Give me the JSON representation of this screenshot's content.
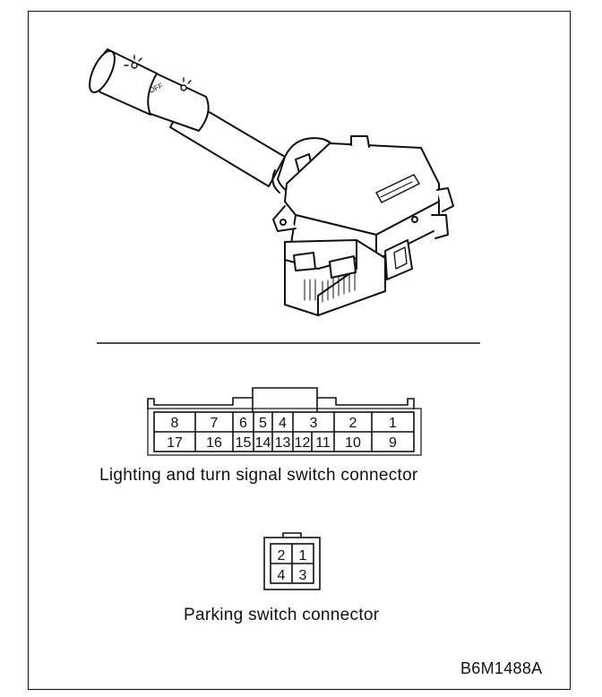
{
  "main_connector": {
    "caption": "Lighting and turn signal switch connector",
    "top_row": [
      "8",
      "7",
      "6",
      "5",
      "4",
      "3",
      "2",
      "1"
    ],
    "bottom_row": [
      "17",
      "16",
      "15",
      "14",
      "13",
      "12",
      "11",
      "10",
      "9"
    ]
  },
  "parking_connector": {
    "caption": "Parking switch connector",
    "top_row": [
      "2",
      "1"
    ],
    "bottom_row": [
      "4",
      "3"
    ]
  },
  "figure_code": "B6M1488A",
  "switch_marks": {
    "ring_off": "OFF"
  }
}
